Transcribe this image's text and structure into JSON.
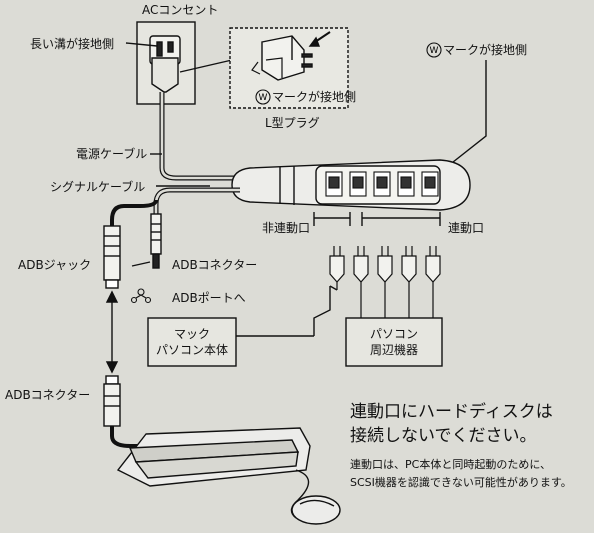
{
  "labels": {
    "ac_outlet": "ACコンセント",
    "long_slot_ground": "長い溝が接地側",
    "w_mark_plug": "マークが接地側",
    "w_symbol": "W",
    "l_plug": "L型プラグ",
    "w_mark_strip": "マークが接地側",
    "power_cable": "電源ケーブル",
    "signal_cable": "シグナルケーブル",
    "non_linked": "非連動口",
    "linked": "連動口",
    "adb_jack": "ADBジャック",
    "adb_connector_top": "ADBコネクター",
    "adb_port": "ADBポートへ",
    "mac_body_line1": "マック",
    "mac_body_line2": "パソコン本体",
    "peripherals_line1": "パソコン",
    "peripherals_line2": "周辺機器",
    "adb_connector_bottom": "ADBコネクター"
  },
  "notice": {
    "headline_line1": "連動口にハードディスクは",
    "headline_line2": "接続しないでください。",
    "body_line1": "連動口は、PC本体と同時起動のために、",
    "body_line2": "SCSI機器を認識できない可能性があります。"
  },
  "icons": {
    "adb_port_symbol": "adb-port-icon",
    "arrow": "arrow-icon"
  }
}
